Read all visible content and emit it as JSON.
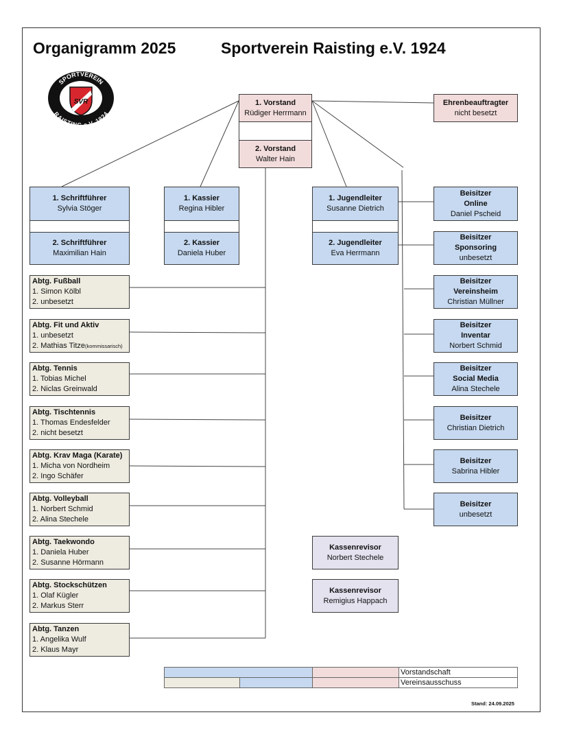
{
  "header": {
    "title_left": "Organigramm 2025",
    "title_right": "Sportverein Raisting e.V. 1924"
  },
  "logo": {
    "icon": "club-crest-icon",
    "ring_top": "SPORTVEREIN",
    "ring_bottom": "RAISTING e.V. 1924",
    "monogram": "SVR",
    "colors": {
      "ring": "#111111",
      "shield": "#d7262e",
      "white": "#ffffff"
    }
  },
  "colors": {
    "vorstand": "#f2dcdb",
    "board_blue": "#c6d9f0",
    "department": "#eeece1",
    "auditor": "#e4e2ef",
    "border": "#3a3a3a"
  },
  "vorstand": {
    "first": {
      "role": "1. Vorstand",
      "name": "Rüdiger Herrmann"
    },
    "second": {
      "role": "2. Vorstand",
      "name": "Walter Hain"
    }
  },
  "ehrenbeauftragter": {
    "role": "Ehrenbeauftragter",
    "name": "nicht besetzt"
  },
  "officers": {
    "schriftfuehrer_1": {
      "role": "1. Schriftführer",
      "name": "Sylvia Stöger"
    },
    "schriftfuehrer_2": {
      "role": "2. Schriftführer",
      "name": "Maximilian Hain"
    },
    "kassier_1": {
      "role": "1. Kassier",
      "name": "Regina Hibler"
    },
    "kassier_2": {
      "role": "2. Kassier",
      "name": "Daniela Huber"
    },
    "jugendleiter_1": {
      "role": "1. Jugendleiter",
      "name": "Susanne Dietrich"
    },
    "jugendleiter_2": {
      "role": "2. Jugendleiter",
      "name": "Eva Herrmann"
    }
  },
  "departments": [
    {
      "title": "Abtg.  Fußball",
      "first": "1. Simon Kölbl",
      "second": "2. unbesetzt",
      "note": ""
    },
    {
      "title": "Abtg.  Fit und Aktiv",
      "first": "1. unbesetzt",
      "second": "2. Mathias Titze",
      "note": "(kommissarisch)"
    },
    {
      "title": "Abtg.  Tennis",
      "first": "1. Tobias Michel",
      "second": "2. Niclas Greinwald",
      "note": ""
    },
    {
      "title": "Abtg.  Tischtennis",
      "first": "1. Thomas Endesfelder",
      "second": "2. nicht besetzt",
      "note": ""
    },
    {
      "title": "Abtg. Krav Maga (Karate)",
      "first": "1. Micha von Nordheim",
      "second": "2. Ingo Schäfer",
      "note": ""
    },
    {
      "title": "Abtg.  Volleyball",
      "first": "1. Norbert Schmid",
      "second": "2. Alina Stechele",
      "note": ""
    },
    {
      "title": "Abtg.  Taekwondo",
      "first": "1. Daniela Huber",
      "second": "2. Susanne Hörmann",
      "note": ""
    },
    {
      "title": "Abtg.  Stockschützen",
      "first": "1. Olaf Kügler",
      "second": "2. Markus Sterr",
      "note": ""
    },
    {
      "title": "Abtg.  Tanzen",
      "first": "1. Angelika Wulf",
      "second": "2. Klaus Mayr",
      "note": ""
    }
  ],
  "beisitzer": [
    {
      "role": "Beisitzer",
      "area": "Online",
      "name": "Daniel Pscheid"
    },
    {
      "role": "Beisitzer",
      "area": "Sponsoring",
      "name": "unbesetzt"
    },
    {
      "role": "Beisitzer",
      "area": "Vereinsheim",
      "name": "Christian Müllner"
    },
    {
      "role": "Beisitzer",
      "area": "Inventar",
      "name": "Norbert Schmid"
    },
    {
      "role": "Beisitzer",
      "area": "Social Media",
      "name": "Alina Stechele"
    },
    {
      "role": "Beisitzer",
      "area": "",
      "name": "Christian Dietrich"
    },
    {
      "role": "Beisitzer",
      "area": "",
      "name": "Sabrina Hibler"
    },
    {
      "role": "Beisitzer",
      "area": "",
      "name": "unbesetzt"
    }
  ],
  "kassenrevisoren": [
    {
      "role": "Kassenrevisor",
      "name": "Norbert Stechele"
    },
    {
      "role": "Kassenrevisor",
      "name": "Remigius Happach"
    }
  ],
  "legend": {
    "row1_label": "Vorstandschaft",
    "row2_label": "Vereinsausschuss"
  },
  "footer": {
    "stand": "Stand: 24.09.2025"
  }
}
